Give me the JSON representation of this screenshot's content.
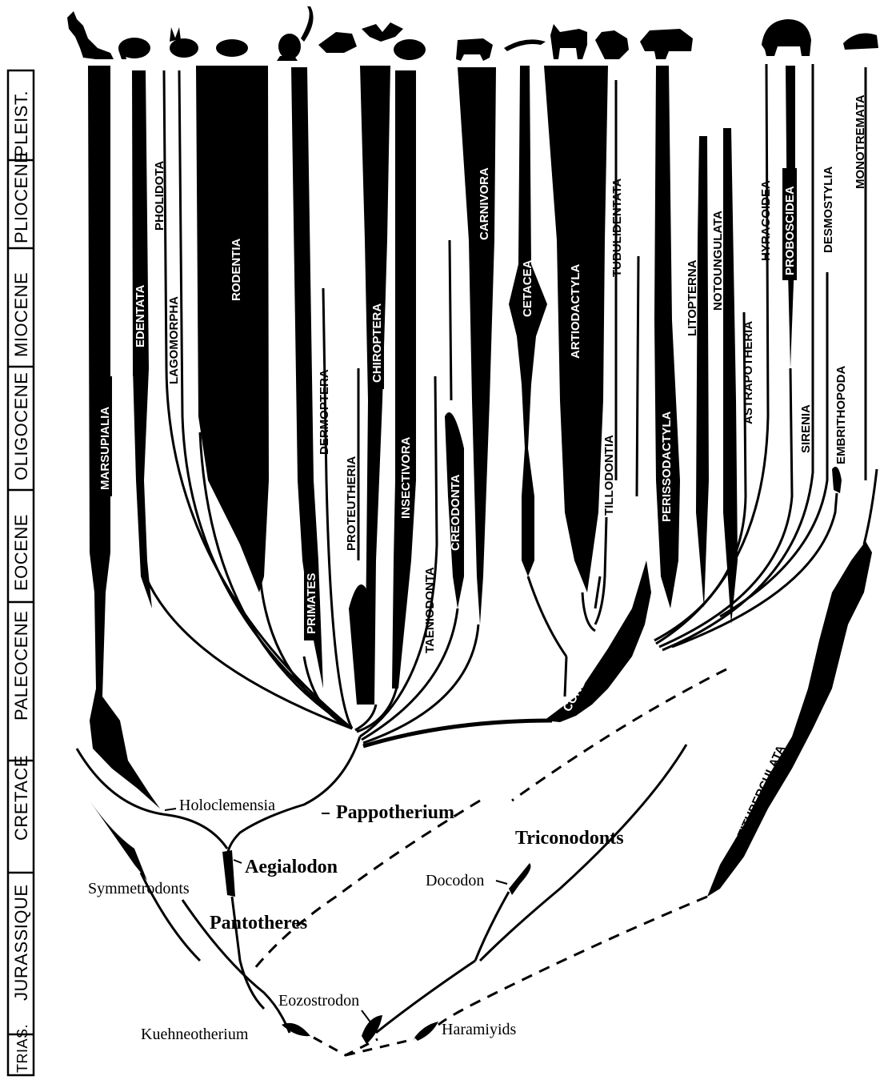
{
  "timescale": {
    "periods": [
      "PLEIST.",
      "PLIOCENE",
      "MIOCENE",
      "OLIGOCENE",
      "EOCENE",
      "PALEOCENE",
      "CRETACE",
      "JURASSIQUE",
      "TRIAS."
    ]
  },
  "orders": {
    "marsupialia": "MARSUPIALIA",
    "edentata": "EDENTATA",
    "pholidota": "PHOLIDOTA",
    "lagomorpha": "LAGOMORPHA",
    "rodentia": "RODENTIA",
    "primates": "PRIMATES",
    "dermoptera": "DERMOPTERA",
    "proteutheria": "PROTEUTHERIA",
    "chiroptera": "CHIROPTERA",
    "insectivora": "INSECTIVORA",
    "taeniodonta": "TAENIODONTA",
    "creodonta": "CREODONTA",
    "carnivora": "CARNIVORA",
    "cetacea": "CETACEA",
    "artiodactyla": "ARTIODACTYLA",
    "tubulidentata": "TUBULIDENTATA",
    "tillodontia": "TILLODONTIA",
    "condylarthra": "CONDYLARTHRA",
    "perissodactyla": "PERISSODACTYLA",
    "litopterna": "LITOPTERNA",
    "notoungulata": "NOTOUNGULATA",
    "astrapotheria": "ASTRAPOTHERIA",
    "hyracoidea": "HYRACOIDEA",
    "proboscidea": "PROBOSCIDEA",
    "sirenia": "SIRENIA",
    "desmostylia": "DESMOSTYLIA",
    "embrithopoda": "EMBRITHOPODA",
    "monotremata": "MONOTREMATA",
    "multituberculata": "MULTITUBERCULATA"
  },
  "groups": {
    "holoclemensia": "Holoclemensia",
    "pappotherium": "Pappotherium",
    "aegialodon": "Aegialodon",
    "symmetrodonts": "Symmetrodonts",
    "pantotheres": "Pantotheres",
    "triconodonts": "Triconodonts",
    "docodon": "Docodon",
    "eozostrodon": "Eozostrodon",
    "kuehneotherium": "Kuehneotherium",
    "haramiyids": "Haramiyids"
  },
  "silhouettes": [
    "kangaroo-icon",
    "armadillo-icon",
    "rabbit-icon",
    "rodent-icon",
    "lemur-icon",
    "shrew-icon",
    "bat-icon",
    "hedgehog-icon",
    "dog-icon",
    "dolphin-icon",
    "antelope-icon",
    "cat-icon",
    "rhinoceros-icon",
    "elephant-icon",
    "echidna-icon"
  ]
}
